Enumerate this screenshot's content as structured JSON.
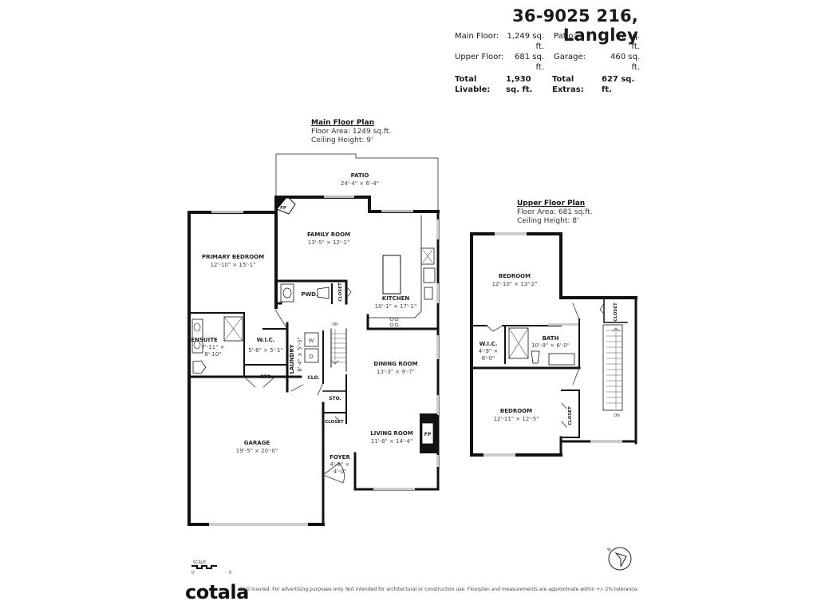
{
  "header": {
    "title": "36-9025 216, Langley",
    "stats": {
      "main_floor_label": "Main Floor:",
      "main_floor_value": "1,249 sq. ft.",
      "upper_floor_label": "Upper Floor:",
      "upper_floor_value": "681 sq. ft.",
      "patio_label": "Patio:",
      "patio_value": "167 sq. ft.",
      "garage_label": "Garage:",
      "garage_value": "460 sq. ft.",
      "total_livable_label": "Total Livable:",
      "total_livable_value": "1,930 sq. ft.",
      "total_extras_label": "Total Extras:",
      "total_extras_value": "627 sq. ft."
    }
  },
  "main_floor": {
    "title": "Main Floor Plan",
    "floor_area": "Floor Area: 1249 sq.ft.",
    "ceiling_height": "Ceiling Height: 9'",
    "rooms": {
      "patio": {
        "name": "PATIO",
        "dims": "24'-4\" × 6'-4\""
      },
      "family_room": {
        "name": "FAMILY ROOM",
        "dims": "13'-5\" × 12'-1\""
      },
      "primary_bedroom": {
        "name": "PRIMARY BEDROOM",
        "dims": "12'-10\" × 15'-1\""
      },
      "kitchen": {
        "name": "KITCHEN",
        "dims": "10'-1\" × 17'-1\""
      },
      "pwd": {
        "name": "PWD."
      },
      "closet_pwd": {
        "name": "CLOSET"
      },
      "ensuite": {
        "name": "ENSUITE",
        "dims1": "7'-11\" ×",
        "dims2": "8'-10\""
      },
      "wic": {
        "name": "W.I.C.",
        "dims": "5'-6\" × 5'-1\""
      },
      "laundry": {
        "name": "LAUNDRY",
        "dims": "8'-4\" × 5'-3\""
      },
      "washer": {
        "name": "W"
      },
      "dryer": {
        "name": "D"
      },
      "sto_1": {
        "name": "STO."
      },
      "clo": {
        "name": "CLO."
      },
      "sto_2": {
        "name": "STO."
      },
      "dining_room": {
        "name": "DINING ROOM",
        "dims": "13'-3\" × 9'-7\""
      },
      "closet_foyer": {
        "name": "CLOSET"
      },
      "living_room": {
        "name": "LIVING ROOM",
        "dims": "11'-8\" × 14'-4\""
      },
      "garage": {
        "name": "GARAGE",
        "dims": "19'-5\" × 20'-0\""
      },
      "foyer": {
        "name": "FOYER",
        "dims1": "4'-8\" ×",
        "dims2": "4'-0\""
      },
      "fireplace_family": {
        "name": "FP"
      },
      "fireplace_living": {
        "name": "FP"
      },
      "stairs_label": "DN"
    }
  },
  "upper_floor": {
    "title": "Upper Floor Plan",
    "floor_area": "Floor Area: 681 sq.ft.",
    "ceiling_height": "Ceiling Height: 8'",
    "rooms": {
      "bedroom_1": {
        "name": "BEDROOM",
        "dims": "12'-10\" × 13'-2\""
      },
      "bath": {
        "name": "BATH",
        "dims": "10'-9\" × 6'-0\""
      },
      "wic": {
        "name": "W.I.C.",
        "dims1": "4'-9\" ×",
        "dims2": "6'-0\""
      },
      "bedroom_2": {
        "name": "BEDROOM",
        "dims": "12'-11\" × 12'-5\""
      },
      "closet_1": {
        "name": "CLOSET"
      },
      "closet_2": {
        "name": "CLOSET"
      },
      "stairs_label": "DN"
    }
  },
  "scale": {
    "label": "SCALE",
    "start": "0'",
    "end": "5'"
  },
  "compass": {
    "icon": "north-arrow-icon",
    "label": "N"
  },
  "footer": {
    "brand": "cotala",
    "disclaimer": "E&O Insured. For advertising purposes only. Not intended for architectural or construction use. Floorplan and measurements are approximate within +/- 2% tolerance."
  }
}
